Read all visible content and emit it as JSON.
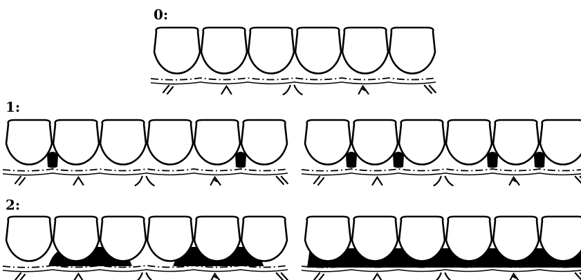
{
  "grades": [
    {
      "label": "0:"
    },
    {
      "label": "1:"
    },
    {
      "label": "2:"
    }
  ],
  "panels": [
    {
      "grade": 0,
      "plaque": "none"
    },
    {
      "grade": 1,
      "plaque": "small-interproximal"
    },
    {
      "grade": 1,
      "plaque": "small-interproximal"
    },
    {
      "grade": 2,
      "plaque": "gingival-band"
    },
    {
      "grade": 2,
      "plaque": "continuous-band"
    }
  ]
}
